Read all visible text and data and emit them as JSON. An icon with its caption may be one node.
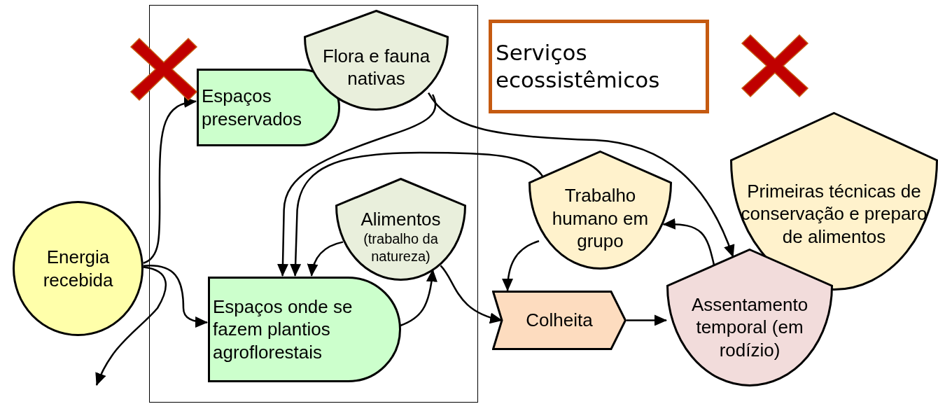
{
  "diagram": {
    "nodes": [
      {
        "text": [],
        "shape": "box"
      },
      {
        "text": [
          "Espaços preservados"
        ],
        "in": 0
      },
      {
        "text": [
          "Flora e fauna nativas"
        ],
        "in": 0
      },
      {
        "text": [
          "Serviços ecossistêmicos"
        ]
      },
      {
        "text": [
          "Energia recebida"
        ]
      },
      {
        "text": [
          "Alimentos",
          "(trabalho da natureza)"
        ],
        "in": 0
      },
      {
        "text": [
          "Espaços onde se fazem plantios agroflorestais"
        ],
        "in": 0
      },
      {
        "text": [
          "Trabalho humano em grupo"
        ]
      },
      {
        "text": [
          "Primeiras técnicas de conservação e preparo de alimentos"
        ]
      },
      {
        "text": [
          "Colheita"
        ]
      },
      {
        "text": [
          "Assentamento temporal (em rodízio)"
        ]
      }
    ],
    "edges": [
      {
        "from": 4,
        "to": 1,
        "arrow": "to"
      },
      {
        "from": 4,
        "to": 6,
        "arrow": "to"
      },
      {
        "from": 4,
        "to": null,
        "arrow": "to"
      },
      {
        "from": 2,
        "to": 6,
        "arrow": "to"
      },
      {
        "from": 7,
        "to": 6,
        "arrow": "to"
      },
      {
        "from": 5,
        "to": 6,
        "arrow": "to"
      },
      {
        "from": 6,
        "to": 5,
        "arrow": "to"
      },
      {
        "from": 5,
        "to": 9,
        "arrow": "to"
      },
      {
        "from": 2,
        "to": 10,
        "arrow": "to"
      },
      {
        "from": 7,
        "to": 9,
        "arrow": "to"
      },
      {
        "from": 9,
        "to": 10,
        "arrow": "to"
      },
      {
        "from": 10,
        "to": 7,
        "arrow": "to"
      }
    ]
  }
}
